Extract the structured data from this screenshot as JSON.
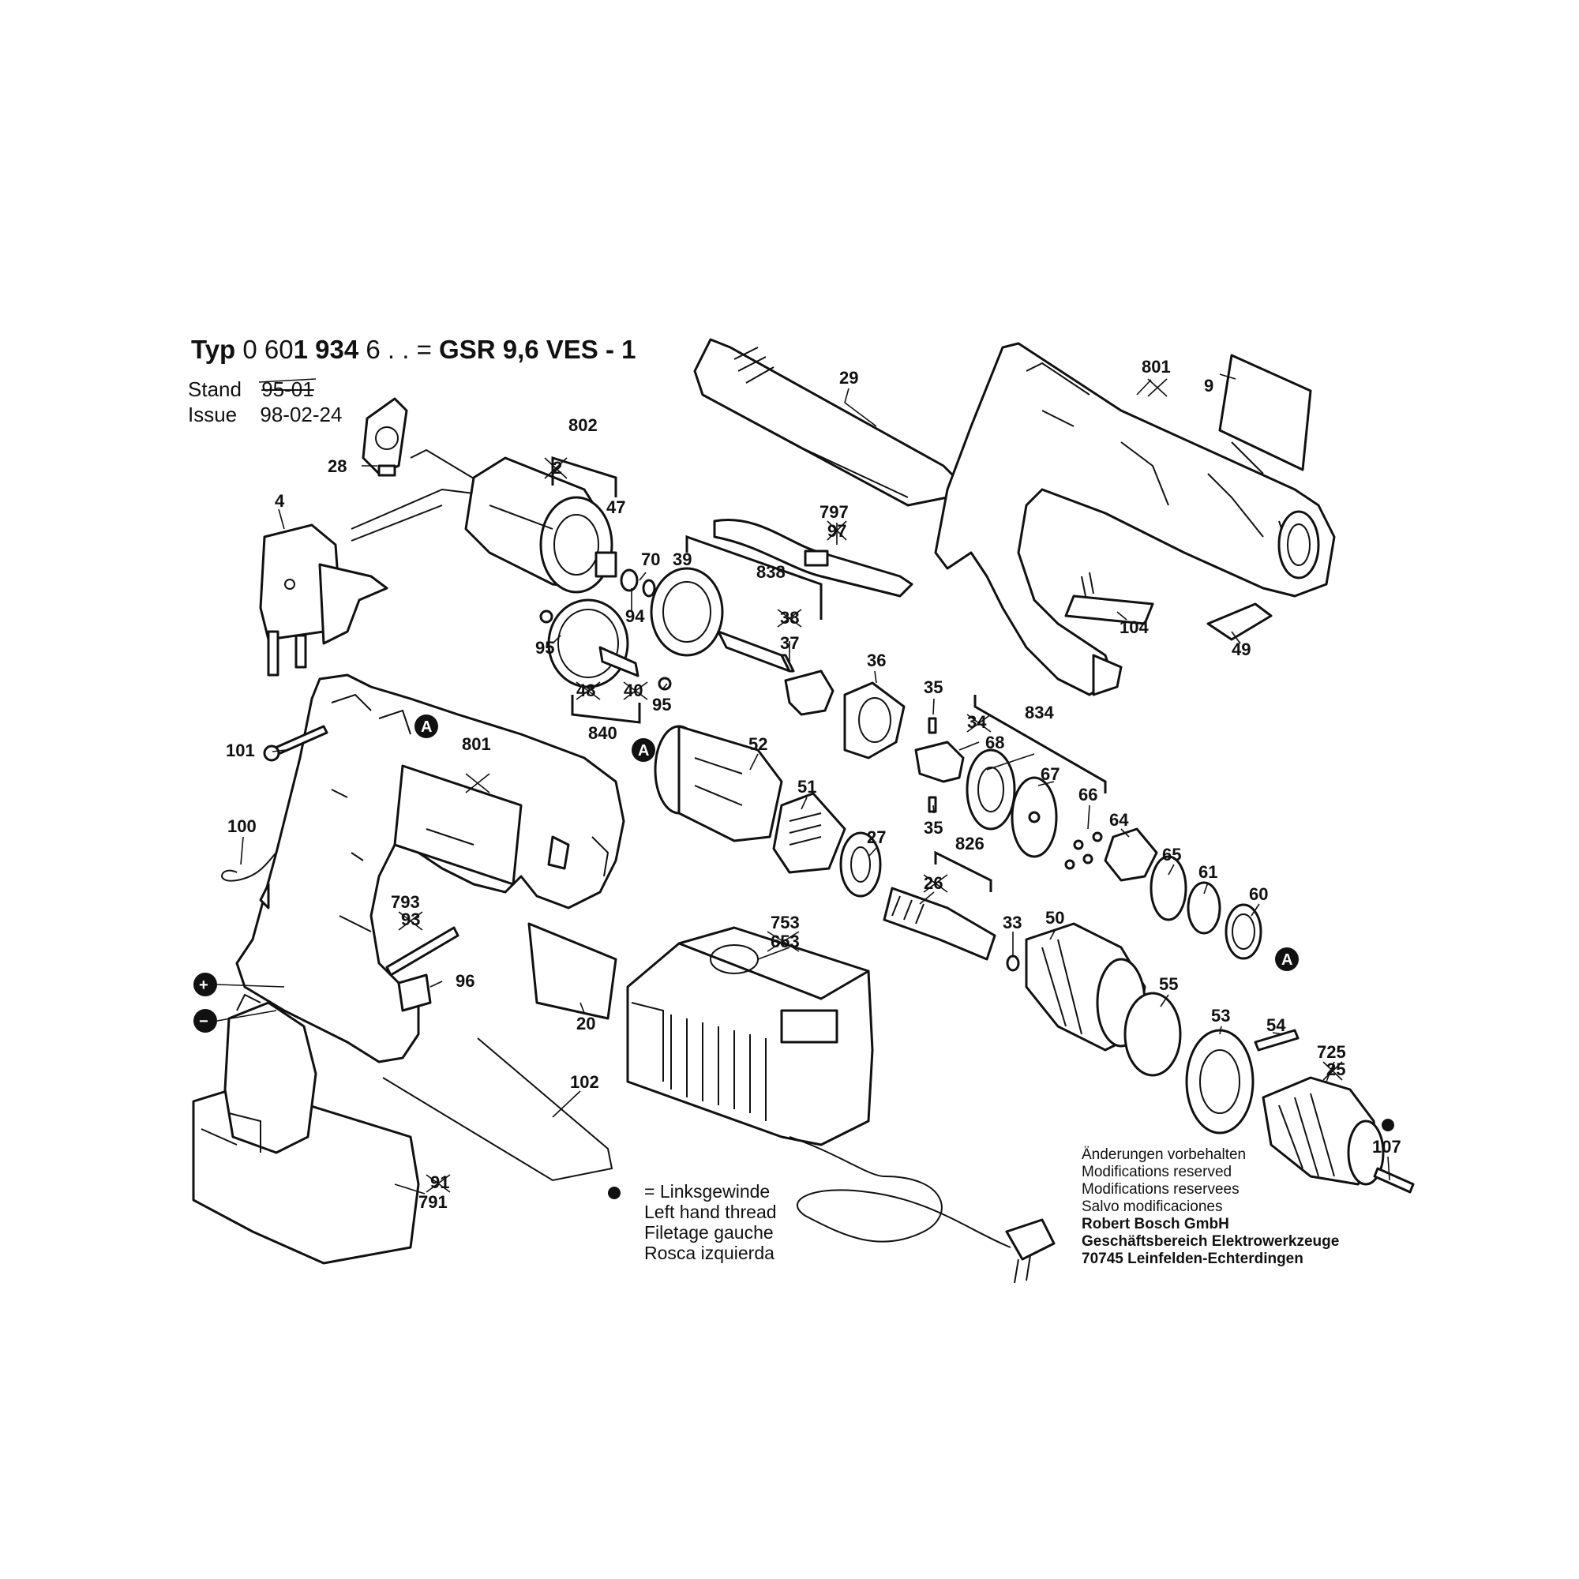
{
  "header": {
    "typ_label": "Typ",
    "typ_number_a": "0 60",
    "typ_number_b": "1 934",
    "typ_number_c": "6 . . =",
    "model": "GSR 9,6  VES - 1",
    "stand_label": "Stand",
    "stand_value": "95-01",
    "issue_label": "Issue",
    "issue_value": "98-02-24"
  },
  "legend": {
    "lines": [
      "= Linksgewinde",
      "Left hand thread",
      "Filetage gauche",
      "Rosca izquierda"
    ]
  },
  "notes": {
    "lines": [
      "Änderungen vorbehalten",
      "Modifications reserved",
      "Modifications reservees",
      "Salvo modificaciones"
    ],
    "company": [
      "Robert Bosch GmbH",
      "Geschäftsbereich Elektrowerkzeuge",
      "70745 Leinfelden-Echterdingen"
    ]
  },
  "labels": {
    "p29": "29",
    "p801a": "801",
    "p9": "9",
    "p802": "802",
    "p2": "2",
    "p47": "47",
    "p28": "28",
    "p4": "4",
    "p70": "70",
    "p39": "39",
    "p94": "94",
    "p797": "797",
    "p97": "97",
    "p838": "838",
    "p38": "38",
    "p95a": "95",
    "p37": "37",
    "p104": "104",
    "p49": "49",
    "p48": "48",
    "p40": "40",
    "p95b": "95",
    "p840": "840",
    "p36": "36",
    "p35a": "35",
    "p834": "834",
    "p34": "34",
    "p52": "52",
    "p68": "68",
    "p67": "67",
    "p101": "101",
    "p801b": "801",
    "p66": "66",
    "p51": "51",
    "p64": "64",
    "p35b": "35",
    "p100": "100",
    "p27": "27",
    "p826": "826",
    "p65": "65",
    "p61": "61",
    "p26": "26",
    "p793": "793",
    "p93": "93",
    "p60": "60",
    "p50": "50",
    "p33": "33",
    "p753": "753",
    "p653": "653",
    "p96": "96",
    "p55": "55",
    "p53": "53",
    "p54": "54",
    "p725": "725",
    "p25": "25",
    "p20": "20",
    "p102": "102",
    "p107": "107",
    "p91": "91",
    "p791": "791"
  },
  "markers": {
    "a": "A",
    "plus": "+",
    "minus": "−"
  }
}
